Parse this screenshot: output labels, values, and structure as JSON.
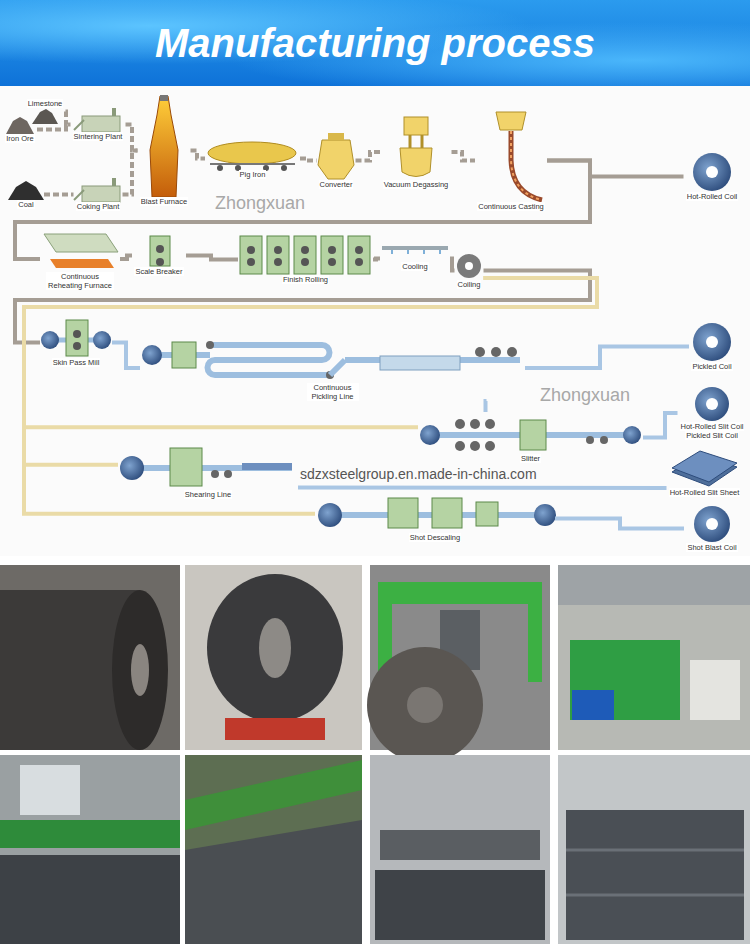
{
  "diagram": {
    "title": "Manufacturing process",
    "nodes": [
      {
        "text": [
          "Limestone"
        ]
      },
      {
        "text": [
          "Iron Ore"
        ]
      },
      {
        "text": [
          "Sintering Plant"
        ]
      },
      {
        "text": [
          "Coal"
        ]
      },
      {
        "text": [
          "Coking Plant"
        ]
      },
      {
        "text": [
          "Blast Furnace"
        ]
      },
      {
        "text": [
          "Pig Iron"
        ]
      },
      {
        "text": [
          "Converter"
        ]
      },
      {
        "text": [
          "Vacuum Degassing"
        ]
      },
      {
        "text": [
          "Continuous Casting"
        ]
      },
      {
        "text": [
          "Hot-Rolled Coil"
        ]
      },
      {
        "text": [
          "Continuous Reheating Furnace"
        ]
      },
      {
        "text": [
          "Scale Breaker"
        ]
      },
      {
        "text": [
          "Finish Rolling"
        ]
      },
      {
        "text": [
          "Cooling"
        ]
      },
      {
        "text": [
          "Coiling"
        ]
      },
      {
        "text": [
          "Skin Pass Mill"
        ]
      },
      {
        "text": [
          "Continuous Pickling Line"
        ]
      },
      {
        "text": [
          "Pickled Coil"
        ]
      },
      {
        "text": [
          "Hot-Rolled Slit Coil",
          "Pickled Slit Coil"
        ]
      },
      {
        "text": [
          "Slitter"
        ]
      },
      {
        "text": [
          "Shearing Line"
        ]
      },
      {
        "text": [
          "Hot-Rolled Slit Sheet"
        ]
      },
      {
        "text": [
          "Shot Descaling"
        ]
      },
      {
        "text": [
          "Shot Blast Coil"
        ]
      }
    ],
    "edges": [
      {
        "from": 0,
        "to": 2,
        "arrow": "none"
      },
      {
        "from": 1,
        "to": 2,
        "arrow": "none"
      },
      {
        "from": 3,
        "to": 4,
        "arrow": "none"
      },
      {
        "from": 2,
        "to": 5,
        "arrow": "none"
      },
      {
        "from": 4,
        "to": 5,
        "arrow": "none"
      },
      {
        "from": 5,
        "to": 6,
        "arrow": "none"
      },
      {
        "from": 6,
        "to": 7,
        "arrow": "none"
      },
      {
        "from": 7,
        "to": 8,
        "arrow": "none"
      },
      {
        "from": 8,
        "to": 9,
        "arrow": "none"
      },
      {
        "from": 9,
        "to": 10,
        "arrow": "none"
      },
      {
        "from": 9,
        "to": 11,
        "arrow": "none"
      },
      {
        "from": 11,
        "to": 12,
        "arrow": "none"
      },
      {
        "from": 12,
        "to": 13,
        "arrow": "none"
      },
      {
        "from": 13,
        "to": 14,
        "arrow": "none"
      },
      {
        "from": 14,
        "to": 15,
        "arrow": "none"
      },
      {
        "from": 15,
        "to": 16,
        "arrow": "none"
      },
      {
        "from": 16,
        "to": 17,
        "arrow": "none"
      },
      {
        "from": 17,
        "to": 18,
        "arrow": "none"
      },
      {
        "from": 15,
        "to": 20,
        "arrow": "none"
      },
      {
        "from": 15,
        "to": 21,
        "arrow": "none"
      },
      {
        "from": 15,
        "to": 23,
        "arrow": "none"
      },
      {
        "from": 17,
        "to": 20,
        "arrow": "none"
      },
      {
        "from": 20,
        "to": 19,
        "arrow": "none"
      },
      {
        "from": 21,
        "to": 22,
        "arrow": "none"
      },
      {
        "from": 23,
        "to": 24,
        "arrow": "none"
      }
    ],
    "labels": [
      "Zhongxuan",
      "Zhongxuan",
      "sdzxsteelgroup.en.made-in-china.com"
    ]
  }
}
